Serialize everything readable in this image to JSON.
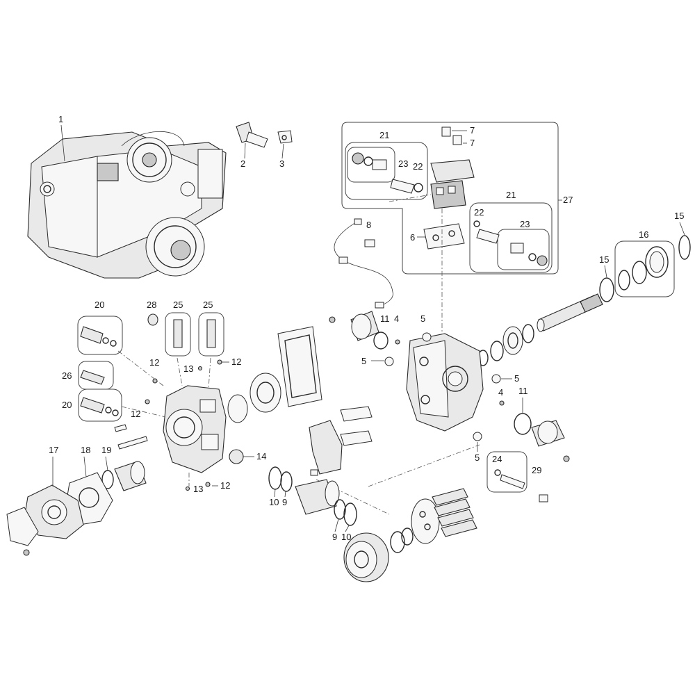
{
  "callouts": {
    "c1": "1",
    "c2": "2",
    "c3": "3",
    "c4a": "4",
    "c4b": "4",
    "c5a": "5",
    "c5b": "5",
    "c5c": "5",
    "c5d": "5",
    "c6": "6",
    "c7a": "7",
    "c7b": "7",
    "c8": "8",
    "c9a": "9",
    "c9b": "9",
    "c10a": "10",
    "c10b": "10",
    "c11a": "11",
    "c11b": "11",
    "c12a": "12",
    "c12b": "12",
    "c12c": "12",
    "c12d": "12",
    "c13a": "13",
    "c13b": "13",
    "c14": "14",
    "c15a": "15",
    "c15b": "15",
    "c16": "16",
    "c17": "17",
    "c18": "18",
    "c19": "19",
    "c20a": "20",
    "c20b": "20",
    "c21a": "21",
    "c21b": "21",
    "c22a": "22",
    "c22b": "22",
    "c23a": "23",
    "c23b": "23",
    "c24": "24",
    "c25a": "25",
    "c25b": "25",
    "c26": "26",
    "c27": "27",
    "c28": "28",
    "c29": "29"
  }
}
